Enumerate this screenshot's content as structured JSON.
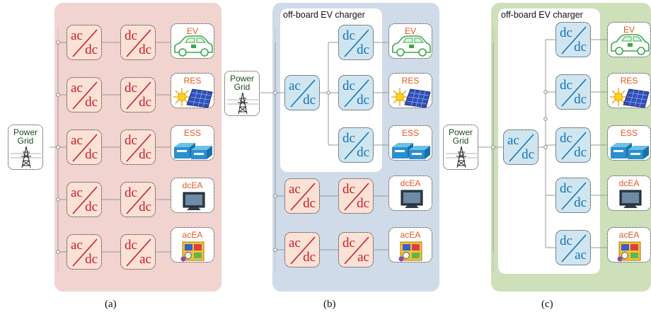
{
  "panels": {
    "a": {
      "caption": "(a)",
      "bg": "#f1d3d0"
    },
    "b": {
      "caption": "(b)",
      "bg": "#cfdbe9",
      "inner_title": "off-board EV charger"
    },
    "c": {
      "caption": "(c)",
      "bg": "#cde0b9",
      "inner_title": "off-board EV charger"
    }
  },
  "grid": {
    "line1": "Power",
    "line2": "Grid"
  },
  "converter_labels": {
    "ac": "ac",
    "dc": "dc"
  },
  "loads": {
    "ev": "EV",
    "res": "RES",
    "ess": "ESS",
    "dcea": "dcEA",
    "acea": "acEA"
  },
  "icons": [
    "transmission-tower-icon",
    "car-icon",
    "solar-panel-icon",
    "battery-icon",
    "monitor-icon",
    "appliance-icon"
  ],
  "colors": {
    "converter_red_fill": "#fbe1d6",
    "converter_red_text": "#c8202a",
    "converter_blue_fill": "#cfe6f1",
    "converter_blue_text": "#1573b8",
    "load_label": "#e8561e",
    "grid_text": "#1b4d1b"
  }
}
